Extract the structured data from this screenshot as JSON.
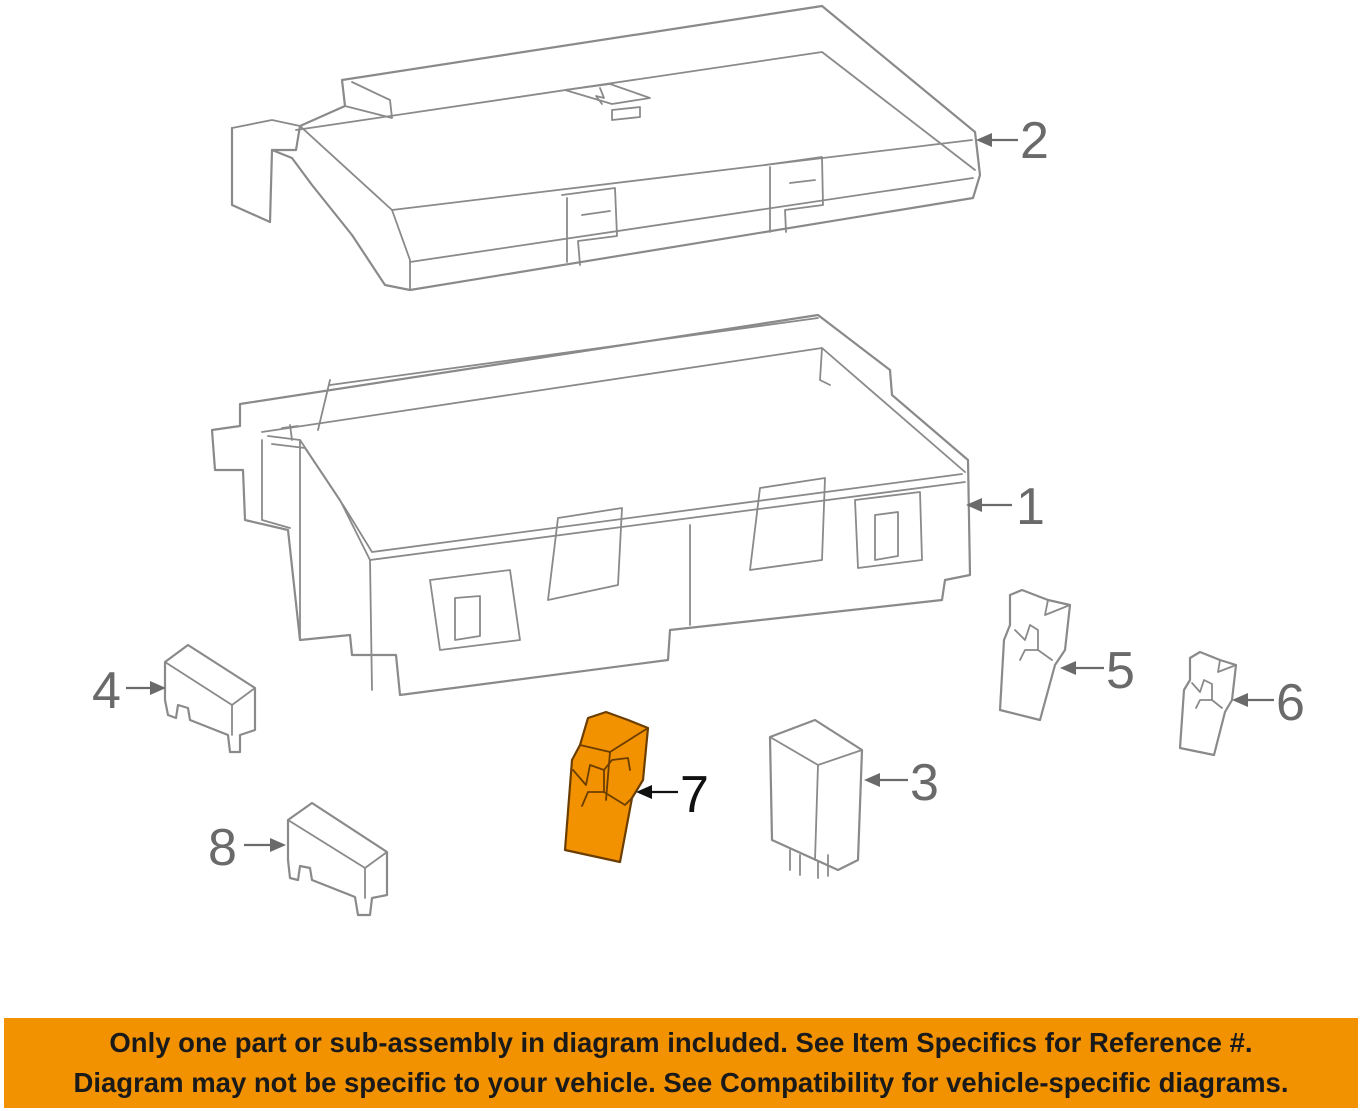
{
  "diagram": {
    "highlight_color": "#f39200",
    "line_color": "#8a8a8a",
    "callouts": [
      {
        "id": "1",
        "label": "1",
        "part": "fuse-box-housing"
      },
      {
        "id": "2",
        "label": "2",
        "part": "fuse-box-cover"
      },
      {
        "id": "3",
        "label": "3",
        "part": "relay"
      },
      {
        "id": "4",
        "label": "4",
        "part": "fuse"
      },
      {
        "id": "5",
        "label": "5",
        "part": "cartridge-fuse"
      },
      {
        "id": "6",
        "label": "6",
        "part": "cartridge-fuse-small"
      },
      {
        "id": "7",
        "label": "7",
        "part": "cartridge-fuse-highlighted"
      },
      {
        "id": "8",
        "label": "8",
        "part": "fuse"
      }
    ]
  },
  "notice": {
    "line1": "Only one part or sub-assembly in diagram included. See Item Specifics for Reference #.",
    "line2": "Diagram may not be specific to your vehicle. See Compatibility for vehicle-specific diagrams.",
    "background": "#f39200"
  }
}
